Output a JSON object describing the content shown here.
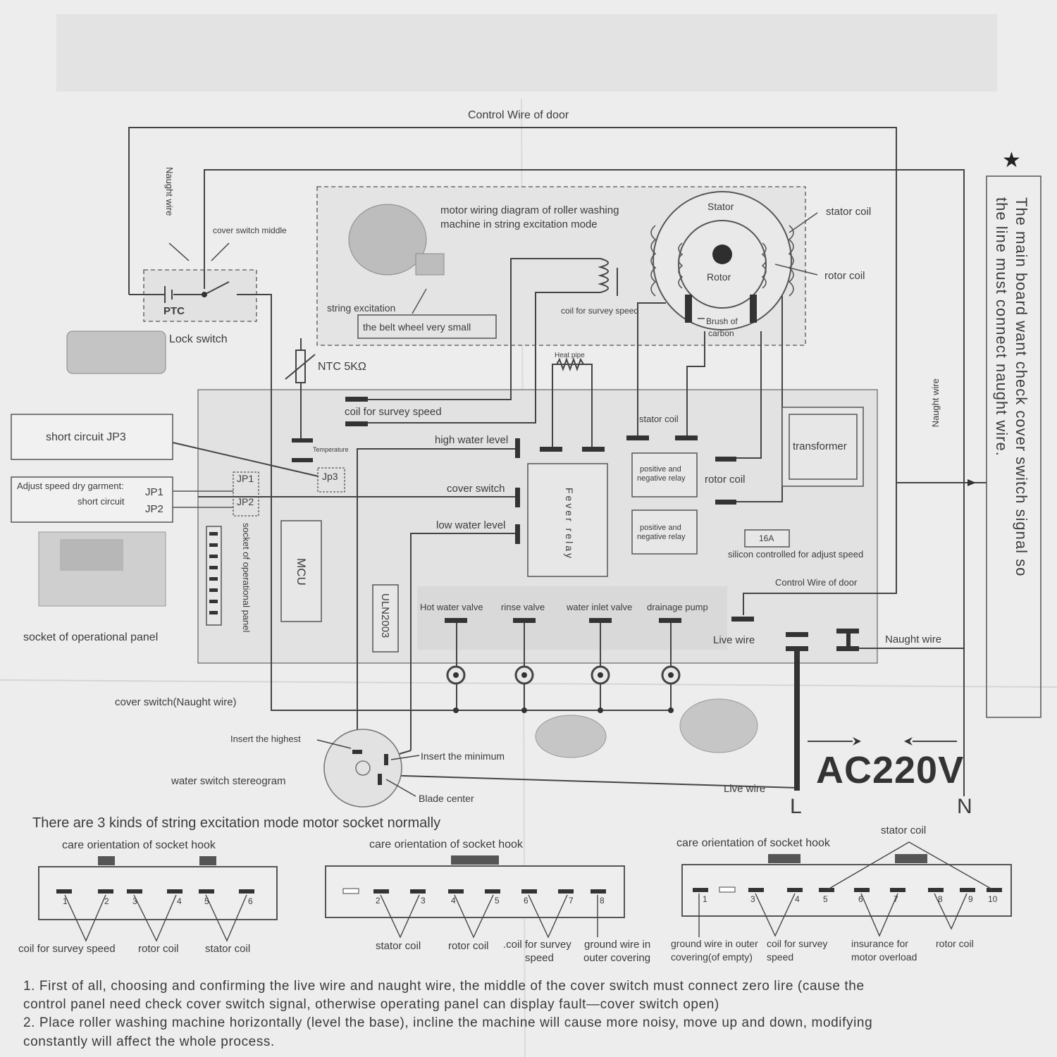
{
  "labels": {
    "control_wire_top": "Control Wire of door",
    "naught_wire_left": "Naught wire",
    "cover_switch_middle": "cover switch middle",
    "ptc": "PTC",
    "lock_switch": "Lock switch",
    "motor_title_1": "motor wiring diagram of roller washing",
    "motor_title_2": "machine in string excitation mode",
    "string_excitation": "string excitation",
    "belt_wheel": "the belt wheel very small",
    "coil_survey_speed_motor": "coil for survey speed",
    "stator": "Stator",
    "rotor": "Rotor",
    "stator_coil_right": "stator coil",
    "rotor_coil_right": "rotor coil",
    "brush_1": "Brush of",
    "brush_2": "carbon",
    "ntc": "NTC 5KΩ",
    "heat_pipe": "Heat pipe",
    "coil_survey_speed_board": "coil for survey speed",
    "temperature": "Temperature",
    "short_circuit_jp3": "short circuit JP3",
    "adjust_1": "Adjust speed dry garment:",
    "adjust_2": "short circuit",
    "jp1_side": "JP1",
    "jp2_side": "JP2",
    "jp1": "JP1",
    "jp2": "JP2",
    "jp3": "Jp3",
    "socket_panel_vertical": "socket of operational panel",
    "socket_panel": "socket of operational panel",
    "mcu": "MCU",
    "uln": "ULN2003",
    "high_water": "high water level",
    "cover_switch": "cover switch",
    "low_water": "low water level",
    "fever_relay": "Fever relay",
    "stator_coil_board": "stator coil",
    "rotor_coil_board": "rotor coil",
    "relay_1a": "positive and",
    "relay_1b": "negative relay",
    "relay_2a": "positive and",
    "relay_2b": "negative relay",
    "transformer": "transformer",
    "scr_16a": "16A",
    "scr_label": "silicon controlled for adjust speed",
    "control_wire_board": "Control Wire of door",
    "hot_water": "Hot water valve",
    "rinse": "rinse valve",
    "inlet": "water inlet valve",
    "drain": "drainage pump",
    "live_wire_board": "Live wire",
    "naught_wire_board": "Naught wire",
    "naught_wire_right": "Naught wire",
    "cover_switch_naught": "cover switch(Naught wire)",
    "insert_highest": "Insert the highest",
    "insert_minimum": "Insert the minimum",
    "water_switch": "water switch stereogram",
    "blade_center": "Blade center",
    "live_wire_bottom": "Live wire",
    "ac220v": "AC220V",
    "L": "L",
    "N": "N",
    "star": "★",
    "side_note_1": "The main board want check cover switch signal so",
    "side_note_2": "the line must connect naught wire."
  },
  "sockets": {
    "heading": "There are 3 kinds of string excitation mode motor socket normally",
    "care": "care orientation of socket hook",
    "stator_coil_top": "stator coil",
    "s1_pins": [
      "1",
      "2",
      "3",
      "4",
      "5",
      "6"
    ],
    "s2_pins": [
      "2",
      "3",
      "4",
      "5",
      "6",
      "7",
      "8"
    ],
    "s3_pins": [
      "1",
      "3",
      "4",
      "5",
      "6",
      "7",
      "8",
      "9",
      "10"
    ],
    "s1_labels": [
      "coil for survey speed",
      "rotor coil",
      "stator coil"
    ],
    "s2_labels": [
      "stator coil",
      "rotor coil",
      ".coil for survey",
      "speed",
      "ground wire in",
      "outer covering"
    ],
    "s3_labels": [
      "ground wire in outer",
      "covering(of empty)",
      "coil for survey",
      "speed",
      "insurance for",
      "motor overload",
      "rotor coil"
    ]
  },
  "notes": [
    "1. First of all, choosing and confirming the live wire and naught wire, the middle of the cover switch must connect zero lire  (cause the",
    "    control panel need check cover switch signal, otherwise operating panel can display fault—cover switch open)",
    "2. Place roller washing machine horizontally (level the base), incline the machine will cause more noisy, move up and down, modifying",
    "    constantly will affect the whole process."
  ]
}
